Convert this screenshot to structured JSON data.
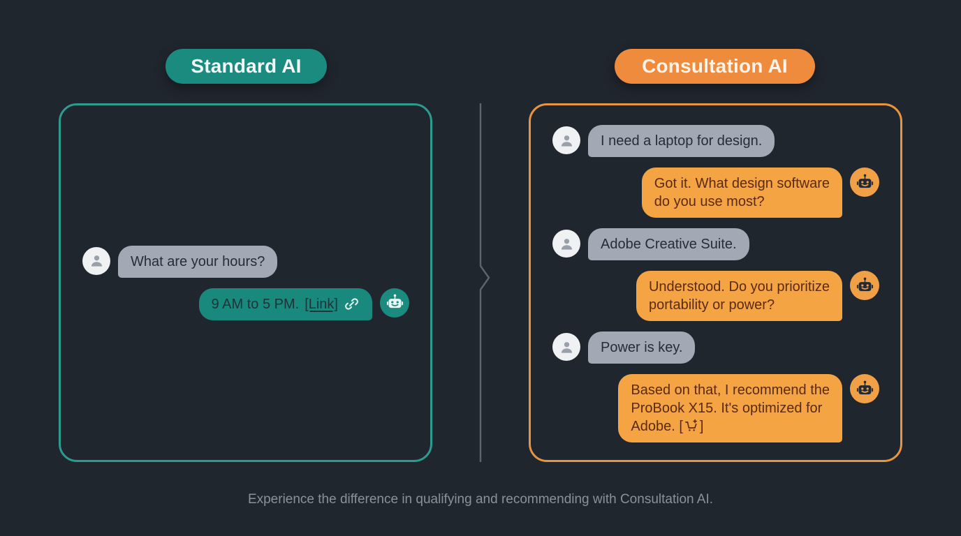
{
  "colors": {
    "background": "#20262e",
    "teal_accent": "#1b8b80",
    "teal_panel_border": "#2b9c90",
    "orange_accent": "#ee8b3d",
    "orange_bubble": "#f5a444",
    "orange_panel_border": "#e8953f",
    "user_bubble_gray": "#a2a9b4",
    "divider_gray": "#5d646e",
    "caption_gray": "#8a919b"
  },
  "standard_section": {
    "header_label": "Standard AI",
    "messages": [
      {
        "sender": "user",
        "text": "What are your hours?"
      },
      {
        "sender": "bot",
        "text": "9 AM to 5 PM. ",
        "link_label": "[Link]",
        "icon": "link-icon"
      }
    ]
  },
  "consultation_section": {
    "header_label": "Consultation AI",
    "messages": [
      {
        "sender": "user",
        "text": "I need a laptop for design."
      },
      {
        "sender": "bot",
        "text": "Got it. What design software\ndo you use most?"
      },
      {
        "sender": "user",
        "text": "Adobe Creative Suite."
      },
      {
        "sender": "bot",
        "text": "Understood. Do you prioritize\nportability or power?"
      },
      {
        "sender": "user",
        "text": "Power is key."
      },
      {
        "sender": "bot",
        "text": "Based on that, I recommend the\nProBook X15. It's optimized for\nAdobe. ",
        "cart_open": "[",
        "cart_close": "]",
        "icon": "cart-plus-icon"
      }
    ]
  },
  "caption": "Experience the difference in qualifying and recommending with Consultation AI."
}
